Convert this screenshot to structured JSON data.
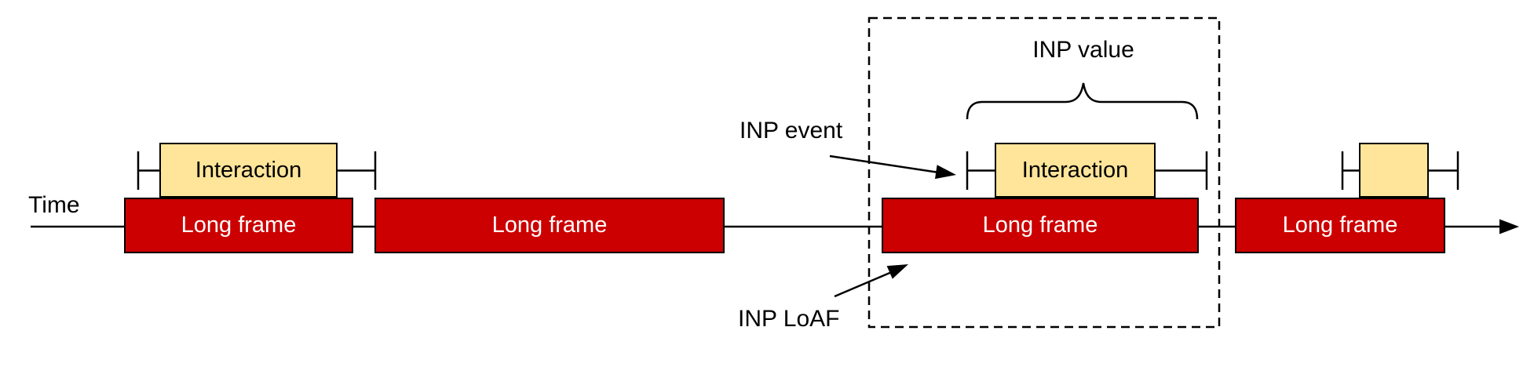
{
  "diagram": {
    "time_label": "Time",
    "inp_event_label": "INP event",
    "inp_value_label": "INP value",
    "inp_loaf_label": "INP LoAF",
    "long_frames": [
      {
        "label": "Long frame"
      },
      {
        "label": "Long frame"
      },
      {
        "label": "Long frame"
      },
      {
        "label": "Long frame"
      }
    ],
    "interactions": [
      {
        "label": "Interaction"
      },
      {
        "label": "Interaction"
      },
      {
        "label": ""
      }
    ],
    "colors": {
      "long_frame_fill": "#cc0000",
      "long_frame_text": "#ffffff",
      "interaction_fill": "#ffe599",
      "interaction_text": "#000000",
      "line": "#000000",
      "background": "#ffffff"
    }
  }
}
